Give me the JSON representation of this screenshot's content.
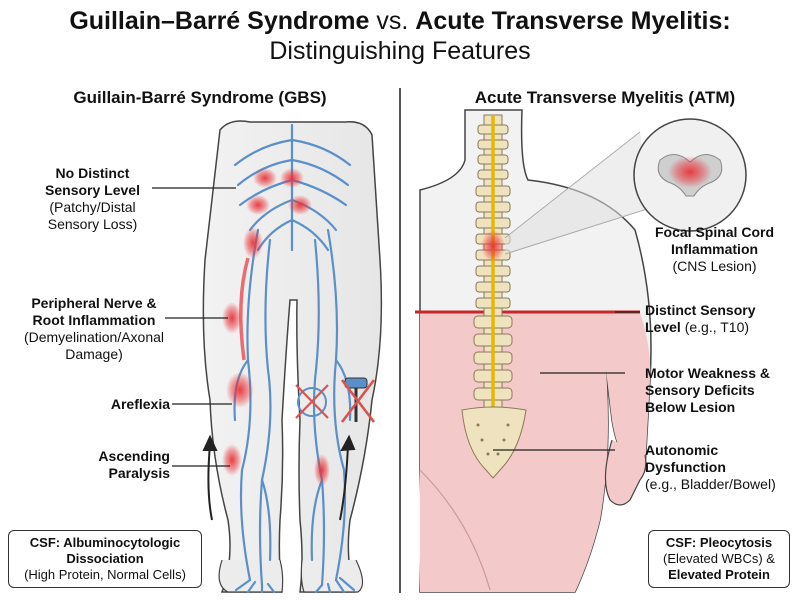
{
  "title": {
    "left": "Guillain–Barré Syndrome",
    "vs": " vs. ",
    "right": "Acute Transverse Myelitis:",
    "subtitle": "Distinguishing Features"
  },
  "gbs": {
    "heading": "Guillain-Barré Syndrome (GBS)",
    "labels": [
      {
        "bold": "No Distinct",
        "bold2": "Sensory Level",
        "normal": "(Patchy/Distal",
        "normal2": "Sensory Loss)"
      },
      {
        "bold": "Peripheral Nerve &",
        "bold2": "Root Inflammation",
        "normal": "(Demyelination/Axonal",
        "normal2": "Damage)"
      },
      {
        "bold": "Areflexia"
      },
      {
        "bold": "Ascending",
        "bold2": "Paralysis"
      }
    ],
    "csf": {
      "bold": "CSF: Albuminocytologic",
      "bold2": "Dissociation",
      "normal": "(High Protein, Normal Cells)"
    }
  },
  "atm": {
    "heading": "Acute Transverse Myelitis (ATM)",
    "labels": [
      {
        "bold": "Focal Spinal Cord",
        "bold2": "Inflammation",
        "normal": "(CNS Lesion)"
      },
      {
        "bold": "Distinct Sensory",
        "bold2": "Level",
        "normal": " (e.g., T10)"
      },
      {
        "bold": "Motor Weakness &",
        "bold2": "Sensory Deficits",
        "bold3": "Below Lesion"
      },
      {
        "bold": "Autonomic",
        "bold2": "Dysfunction",
        "normal": "(e.g., Bladder/Bowel)"
      }
    ],
    "csf": {
      "bold": "CSF: Pleocytosis",
      "normal": "(Elevated WBCs) &",
      "bold2": "Elevated Protein"
    }
  },
  "colors": {
    "nerve": "#5b8fc9",
    "inflammation": "#e8343a",
    "body_outline": "#444444",
    "atm_shade": "#f4c9c9",
    "spine": "#efe3bf",
    "cord": "#e6b800"
  },
  "icons": [
    "reflex-hammer-crossed-icon",
    "crossed-out-knee-icon",
    "ascending-arrow-icon"
  ]
}
